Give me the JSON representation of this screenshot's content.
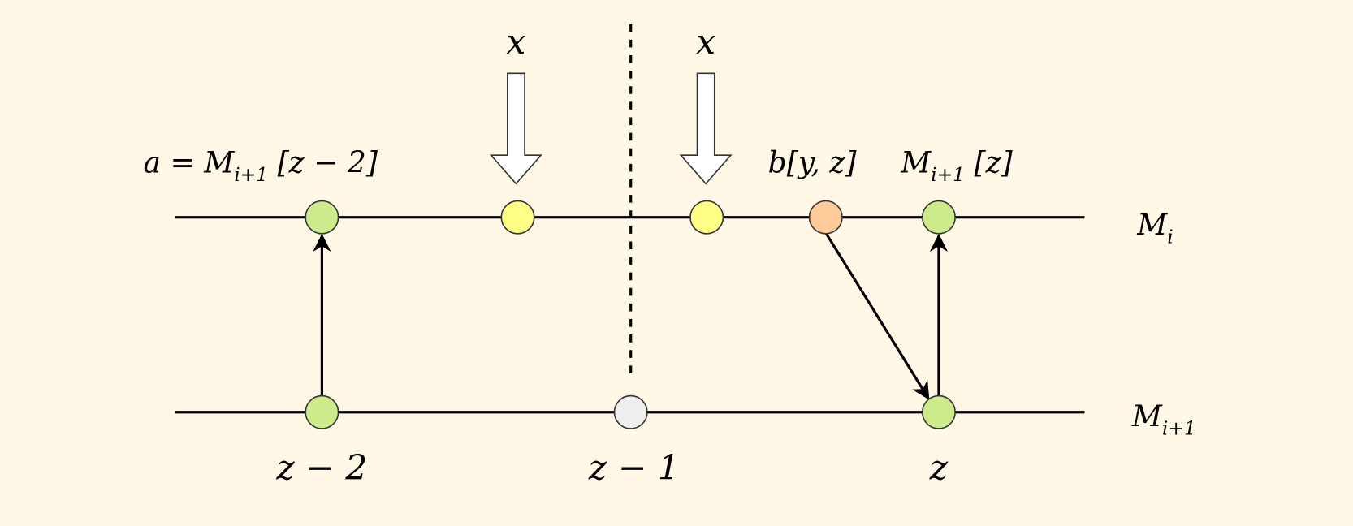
{
  "colors": {
    "background": "#fff8e7",
    "green_node": "#cdeb8b",
    "yellow_node": "#ffff88",
    "orange_node": "#ffcc99",
    "gray_node": "#eeeeee"
  },
  "rows": {
    "top": {
      "label": "M",
      "sub": "i"
    },
    "bottom": {
      "label": "M",
      "sub": "i+1"
    }
  },
  "input_arrows": [
    {
      "label": "x"
    },
    {
      "label": "x"
    }
  ],
  "top_labels": {
    "a_label": {
      "pre": "a = M",
      "sub": "i+1",
      "post": " [z − 2]"
    },
    "b_label": "b[y, z]",
    "mz_label": {
      "pre": "M",
      "sub": "i+1",
      "post": " [z]"
    }
  },
  "bottom_labels": [
    "z − 2",
    "z − 1",
    "z"
  ]
}
